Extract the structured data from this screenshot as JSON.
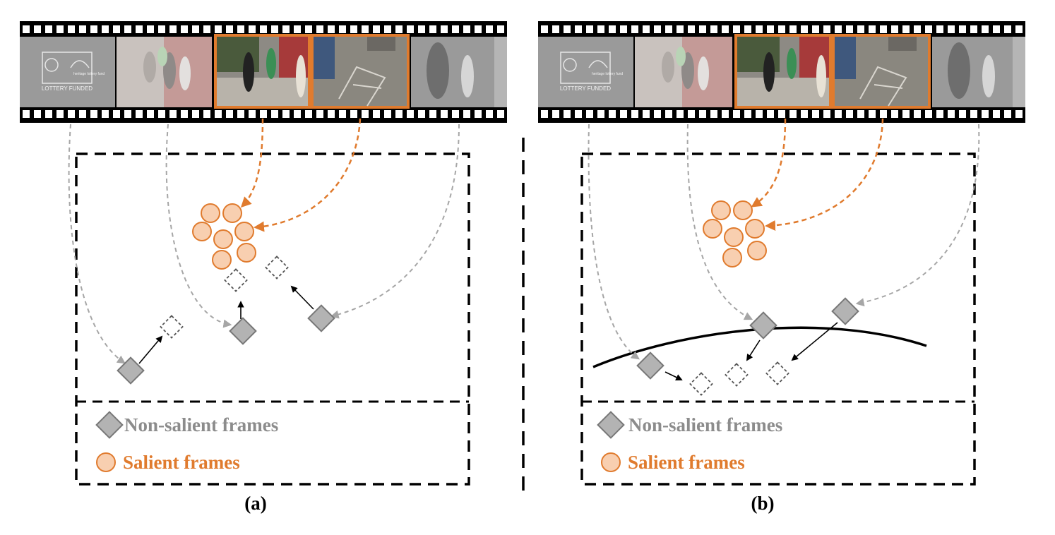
{
  "colors": {
    "salient": "#e07b2e",
    "salient_fill": "#f8cfb0",
    "non_salient": "#8c8c8c",
    "non_salient_fill": "#b3b3b3",
    "arrow_gray": "#a6a6a6",
    "film": "#000000"
  },
  "panels": [
    {
      "caption": "(a)",
      "legend": {
        "non_salient": "Non-salient frames",
        "salient": "Salient frames"
      },
      "film_frames": [
        {
          "kind": "logo",
          "logo_text": "LOTTERY FUNDED",
          "logo_brand": "heritage lottery fund",
          "highlighted": false
        },
        {
          "kind": "people-group",
          "highlighted": false
        },
        {
          "kind": "people-street",
          "highlighted": true
        },
        {
          "kind": "hopscotch",
          "highlighted": true
        },
        {
          "kind": "people-dark",
          "highlighted": false
        }
      ]
    },
    {
      "caption": "(b)",
      "legend": {
        "non_salient": "Non-salient frames",
        "salient": "Salient frames"
      },
      "film_frames": [
        {
          "kind": "logo",
          "logo_text": "LOTTERY FUNDED",
          "logo_brand": "heritage lottery fund",
          "highlighted": false
        },
        {
          "kind": "people-group",
          "highlighted": false
        },
        {
          "kind": "people-street",
          "highlighted": true
        },
        {
          "kind": "hopscotch",
          "highlighted": true
        },
        {
          "kind": "people-dark",
          "highlighted": false
        }
      ]
    }
  ]
}
